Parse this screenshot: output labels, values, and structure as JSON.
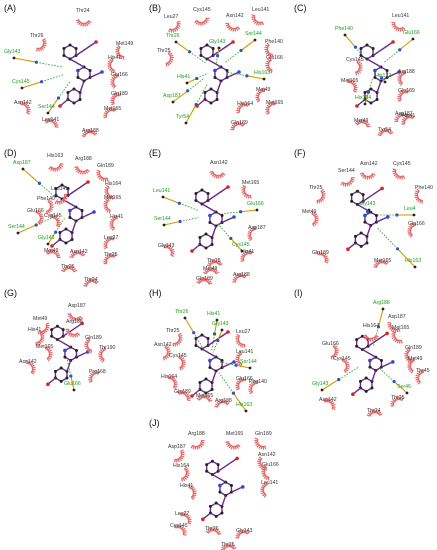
{
  "colors": {
    "hydrophobic": "#e46a6a",
    "hbond_residue": "#1aa01a",
    "hbond_line": "#1aa01a",
    "ligand_bond": "#6a2a8a",
    "carbon": "#222222",
    "oxygen": "#dd2222",
    "nitrogen": "#2a4ad8",
    "sulfur": "#e0b000",
    "residue_bond": "#d49a00",
    "label": "#333333"
  },
  "panels": [
    {
      "label": "(A)",
      "residues": [
        {
          "name": "Thr24",
          "hbond": false
        },
        {
          "name": "Thr26",
          "hbond": false
        },
        {
          "name": "Gly143",
          "hbond": true
        },
        {
          "name": "Met149",
          "hbond": false
        },
        {
          "name": "His41",
          "hbond": false
        },
        {
          "name": "Cys145",
          "hbond": true
        },
        {
          "name": "Glu166",
          "hbond": false
        },
        {
          "name": "Asn142",
          "hbond": false
        },
        {
          "name": "Ser144",
          "hbond": true
        },
        {
          "name": "Gln189",
          "hbond": false
        },
        {
          "name": "Leu141",
          "hbond": false
        },
        {
          "name": "Met165",
          "hbond": false
        },
        {
          "name": "Arg188",
          "hbond": false
        }
      ]
    },
    {
      "label": "(B)",
      "residues": [
        {
          "name": "Leu27",
          "hbond": false
        },
        {
          "name": "Cys145",
          "hbond": false
        },
        {
          "name": "Asn142",
          "hbond": false
        },
        {
          "name": "Leu141",
          "hbond": false
        },
        {
          "name": "Thr26",
          "hbond": true
        },
        {
          "name": "Gly143",
          "hbond": true
        },
        {
          "name": "Ser144",
          "hbond": true
        },
        {
          "name": "Phe140",
          "hbond": false
        },
        {
          "name": "Thr25",
          "hbond": false
        },
        {
          "name": "Glu166",
          "hbond": false
        },
        {
          "name": "His41",
          "hbond": true
        },
        {
          "name": "His163",
          "hbond": true
        },
        {
          "name": "Asp187",
          "hbond": true
        },
        {
          "name": "Met49",
          "hbond": false
        },
        {
          "name": "His164",
          "hbond": false
        },
        {
          "name": "Met165",
          "hbond": false
        },
        {
          "name": "Tyr54",
          "hbond": true
        },
        {
          "name": "Gln189",
          "hbond": false
        }
      ]
    },
    {
      "label": "(C)",
      "residues": [
        {
          "name": "Leu141",
          "hbond": false
        },
        {
          "name": "Phe140",
          "hbond": true
        },
        {
          "name": "Glu166",
          "hbond": true
        },
        {
          "name": "Cys145",
          "hbond": false
        },
        {
          "name": "His172",
          "hbond": true
        },
        {
          "name": "Met165",
          "hbond": false
        },
        {
          "name": "Arg188",
          "hbond": false
        },
        {
          "name": "His164",
          "hbond": true
        },
        {
          "name": "Gln189",
          "hbond": false
        },
        {
          "name": "Met49",
          "hbond": false
        },
        {
          "name": "Asp187",
          "hbond": false
        },
        {
          "name": "His41",
          "hbond": false
        },
        {
          "name": "Tyr54",
          "hbond": false
        }
      ]
    },
    {
      "label": "(D)",
      "residues": [
        {
          "name": "Asp187",
          "hbond": true
        },
        {
          "name": "His163",
          "hbond": false
        },
        {
          "name": "Arg188",
          "hbond": false
        },
        {
          "name": "Gln189",
          "hbond": false
        },
        {
          "name": "His164",
          "hbond": false
        },
        {
          "name": "Leu141",
          "hbond": false
        },
        {
          "name": "Phe140",
          "hbond": false
        },
        {
          "name": "Met165",
          "hbond": false
        },
        {
          "name": "Glu166",
          "hbond": false
        },
        {
          "name": "Cys145",
          "hbond": false
        },
        {
          "name": "His41",
          "hbond": false
        },
        {
          "name": "Ser144",
          "hbond": true
        },
        {
          "name": "Gly143",
          "hbond": true
        },
        {
          "name": "Leu27",
          "hbond": false
        },
        {
          "name": "Thr25",
          "hbond": false
        },
        {
          "name": "Met49",
          "hbond": false
        },
        {
          "name": "Asn142",
          "hbond": false
        },
        {
          "name": "Thr26",
          "hbond": false
        },
        {
          "name": "Thr24",
          "hbond": false
        }
      ]
    },
    {
      "label": "(E)",
      "residues": [
        {
          "name": "Asn142",
          "hbond": false
        },
        {
          "name": "Leu141",
          "hbond": true
        },
        {
          "name": "Met165",
          "hbond": false
        },
        {
          "name": "Glu166",
          "hbond": true
        },
        {
          "name": "Ser144",
          "hbond": true
        },
        {
          "name": "Asp187",
          "hbond": false
        },
        {
          "name": "Cys145",
          "hbond": true
        },
        {
          "name": "Gly143",
          "hbond": false
        },
        {
          "name": "His41",
          "hbond": false
        },
        {
          "name": "Thr25",
          "hbond": false
        },
        {
          "name": "Met49",
          "hbond": false
        },
        {
          "name": "Arg188",
          "hbond": false
        },
        {
          "name": "Gln189",
          "hbond": false
        }
      ]
    },
    {
      "label": "(F)",
      "residues": [
        {
          "name": "Ser144",
          "hbond": false
        },
        {
          "name": "Asn142",
          "hbond": false
        },
        {
          "name": "Cys145",
          "hbond": false
        },
        {
          "name": "Thr25",
          "hbond": false
        },
        {
          "name": "Phe140",
          "hbond": false
        },
        {
          "name": "Gly143",
          "hbond": true
        },
        {
          "name": "Met49",
          "hbond": false
        },
        {
          "name": "Leu4",
          "hbond": true
        },
        {
          "name": "Glu166",
          "hbond": false
        },
        {
          "name": "Gln189",
          "hbond": false
        },
        {
          "name": "Met165",
          "hbond": false
        },
        {
          "name": "His163",
          "hbond": true
        }
      ]
    },
    {
      "label": "(G)",
      "residues": [
        {
          "name": "Asp187",
          "hbond": false
        },
        {
          "name": "Met49",
          "hbond": false
        },
        {
          "name": "Arg188",
          "hbond": false
        },
        {
          "name": "His41",
          "hbond": false
        },
        {
          "name": "Gln189",
          "hbond": false
        },
        {
          "name": "Met165",
          "hbond": false
        },
        {
          "name": "Thr190",
          "hbond": false
        },
        {
          "name": "Asn142",
          "hbond": false
        },
        {
          "name": "Pro168",
          "hbond": false
        },
        {
          "name": "Glu166",
          "hbond": true
        }
      ]
    },
    {
      "label": "(H)",
      "residues": [
        {
          "name": "Thr26",
          "hbond": true
        },
        {
          "name": "His41",
          "hbond": true
        },
        {
          "name": "Gly143",
          "hbond": true
        },
        {
          "name": "Thr25",
          "hbond": false
        },
        {
          "name": "Leu27",
          "hbond": false
        },
        {
          "name": "Asn142",
          "hbond": false
        },
        {
          "name": "Cys145",
          "hbond": false
        },
        {
          "name": "Leu141",
          "hbond": false
        },
        {
          "name": "Ser144",
          "hbond": true
        },
        {
          "name": "His164",
          "hbond": false
        },
        {
          "name": "Glu166",
          "hbond": false
        },
        {
          "name": "Phe140",
          "hbond": false
        },
        {
          "name": "Gln189",
          "hbond": false
        },
        {
          "name": "Met165",
          "hbond": false
        },
        {
          "name": "Arg188",
          "hbond": false
        },
        {
          "name": "His163",
          "hbond": true
        }
      ]
    },
    {
      "label": "(I)",
      "residues": [
        {
          "name": "Arg188",
          "hbond": true
        },
        {
          "name": "Asp187",
          "hbond": false
        },
        {
          "name": "His164",
          "hbond": false
        },
        {
          "name": "Met165",
          "hbond": false
        },
        {
          "name": "Glu166",
          "hbond": false
        },
        {
          "name": "Gln189",
          "hbond": false
        },
        {
          "name": "Cys145",
          "hbond": false
        },
        {
          "name": "Met49",
          "hbond": false
        },
        {
          "name": "Thr45",
          "hbond": false
        },
        {
          "name": "Gly143",
          "hbond": true
        },
        {
          "name": "Ser46",
          "hbond": true
        },
        {
          "name": "Asn142",
          "hbond": false
        },
        {
          "name": "Thr25",
          "hbond": false
        },
        {
          "name": "Thr24",
          "hbond": false
        }
      ]
    },
    {
      "label": "(J)",
      "residues": [
        {
          "name": "Arg188",
          "hbond": false
        },
        {
          "name": "Met165",
          "hbond": false
        },
        {
          "name": "Gln189",
          "hbond": false
        },
        {
          "name": "Asp187",
          "hbond": false
        },
        {
          "name": "Asn142",
          "hbond": false
        },
        {
          "name": "His164",
          "hbond": false
        },
        {
          "name": "Glu166",
          "hbond": false
        },
        {
          "name": "His41",
          "hbond": false
        },
        {
          "name": "Leu141",
          "hbond": false
        },
        {
          "name": "Leu27",
          "hbond": false
        },
        {
          "name": "Cys145",
          "hbond": false
        },
        {
          "name": "Thr26",
          "hbond": false
        },
        {
          "name": "Gly143",
          "hbond": false
        },
        {
          "name": "Thr25",
          "hbond": false
        }
      ]
    }
  ]
}
